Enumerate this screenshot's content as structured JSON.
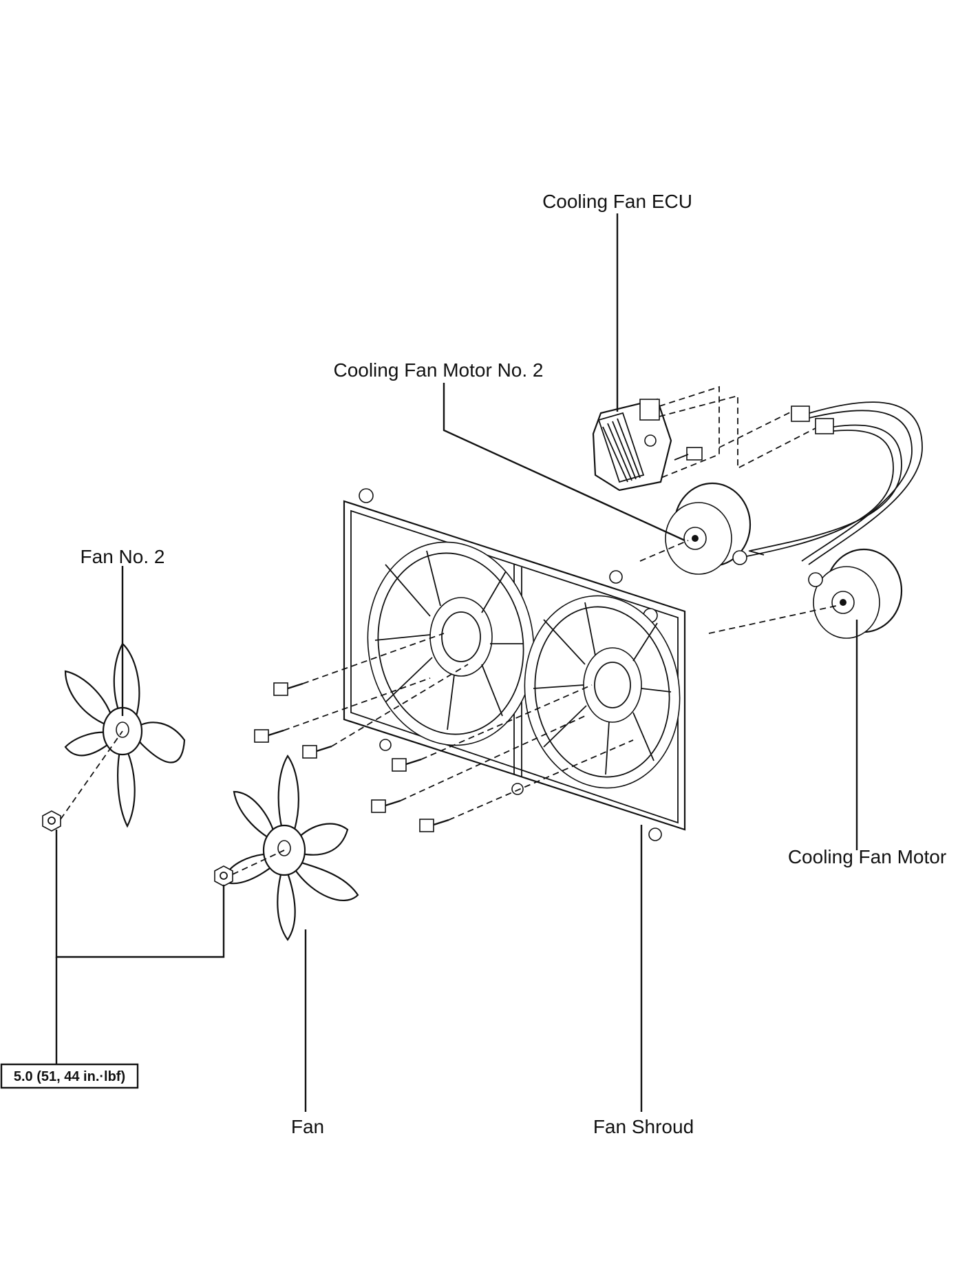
{
  "labels": {
    "cooling_fan_ecu": "Cooling Fan ECU",
    "cooling_fan_motor_no2": "Cooling Fan Motor No. 2",
    "fan_no2": "Fan No. 2",
    "cooling_fan_motor": "Cooling Fan Motor",
    "fan": "Fan",
    "fan_shroud": "Fan Shroud"
  },
  "torque_spec": "5.0 (51, 44 in.·lbf)"
}
